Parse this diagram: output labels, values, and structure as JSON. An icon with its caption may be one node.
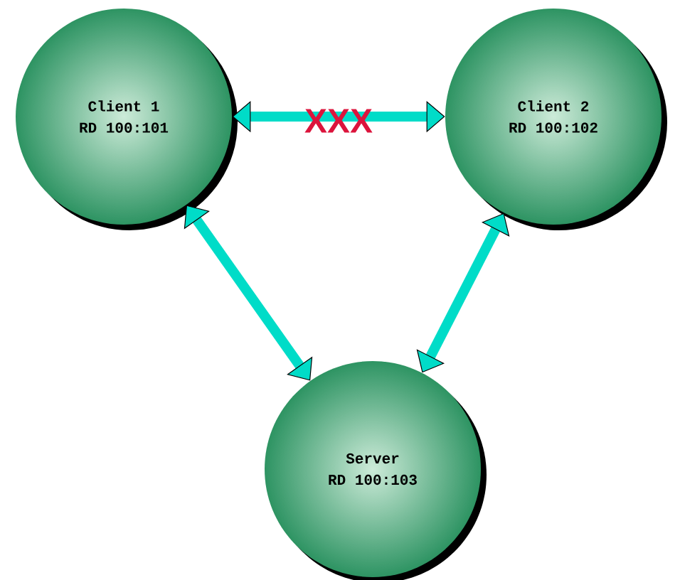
{
  "diagram": {
    "nodes": [
      {
        "text": [
          "Client 1",
          "RD 100:101"
        ]
      },
      {
        "text": [
          "Client 2",
          "RD 100:102"
        ]
      },
      {
        "text": [
          "Server",
          "RD 100:103"
        ]
      }
    ],
    "edges": [
      {
        "from": 0,
        "to": 1,
        "arrow": "both",
        "label": "XXX"
      },
      {
        "from": 0,
        "to": 2,
        "arrow": "both"
      },
      {
        "from": 1,
        "to": 2,
        "arrow": "both"
      }
    ]
  }
}
